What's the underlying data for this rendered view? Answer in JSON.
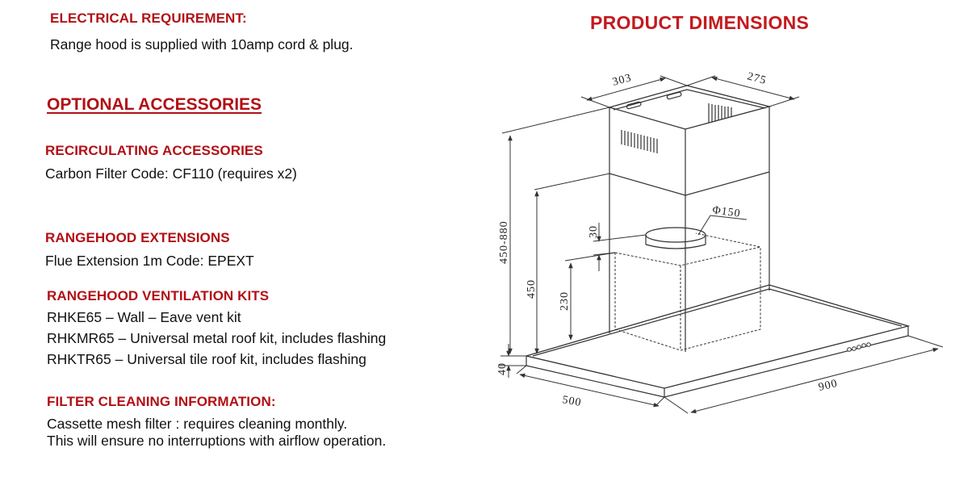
{
  "electrical": {
    "heading": "ELECTRICAL REQUIREMENT:",
    "text": "Range hood is supplied with 10amp cord & plug."
  },
  "accessories": {
    "heading": "OPTIONAL ACCESSORIES",
    "recirculating": {
      "heading": "RECIRCULATING ACCESSORIES",
      "text": "Carbon Filter Code: CF110 (requires x2)"
    },
    "extensions": {
      "heading": "RANGEHOOD EXTENSIONS",
      "text": "Flue Extension 1m Code: EPEXT"
    },
    "ventilation": {
      "heading": "RANGEHOOD VENTILATION KITS",
      "items": [
        "RHKE65 – Wall – Eave vent kit",
        "RHKMR65 – Universal metal roof kit, includes flashing",
        "RHKTR65 – Universal tile roof kit, includes flashing"
      ]
    }
  },
  "filter": {
    "heading": "FILTER CLEANING INFORMATION:",
    "lines": [
      "Cassette mesh filter : requires cleaning monthly.",
      "This will ensure no interruptions with airflow operation."
    ]
  },
  "dimensions": {
    "title": "PRODUCT DIMENSIONS",
    "labels": {
      "chimney_width": "303",
      "chimney_depth": "275",
      "total_height_range": "450-880",
      "hood_height": "450",
      "offset": "30",
      "duct_diameter": "Φ150",
      "inner_height": "230",
      "canopy_thickness": "40",
      "depth": "500",
      "width": "900"
    }
  },
  "colors": {
    "heading": "#b21016",
    "title": "#c41a1e",
    "text": "#111111",
    "line": "#333333"
  }
}
